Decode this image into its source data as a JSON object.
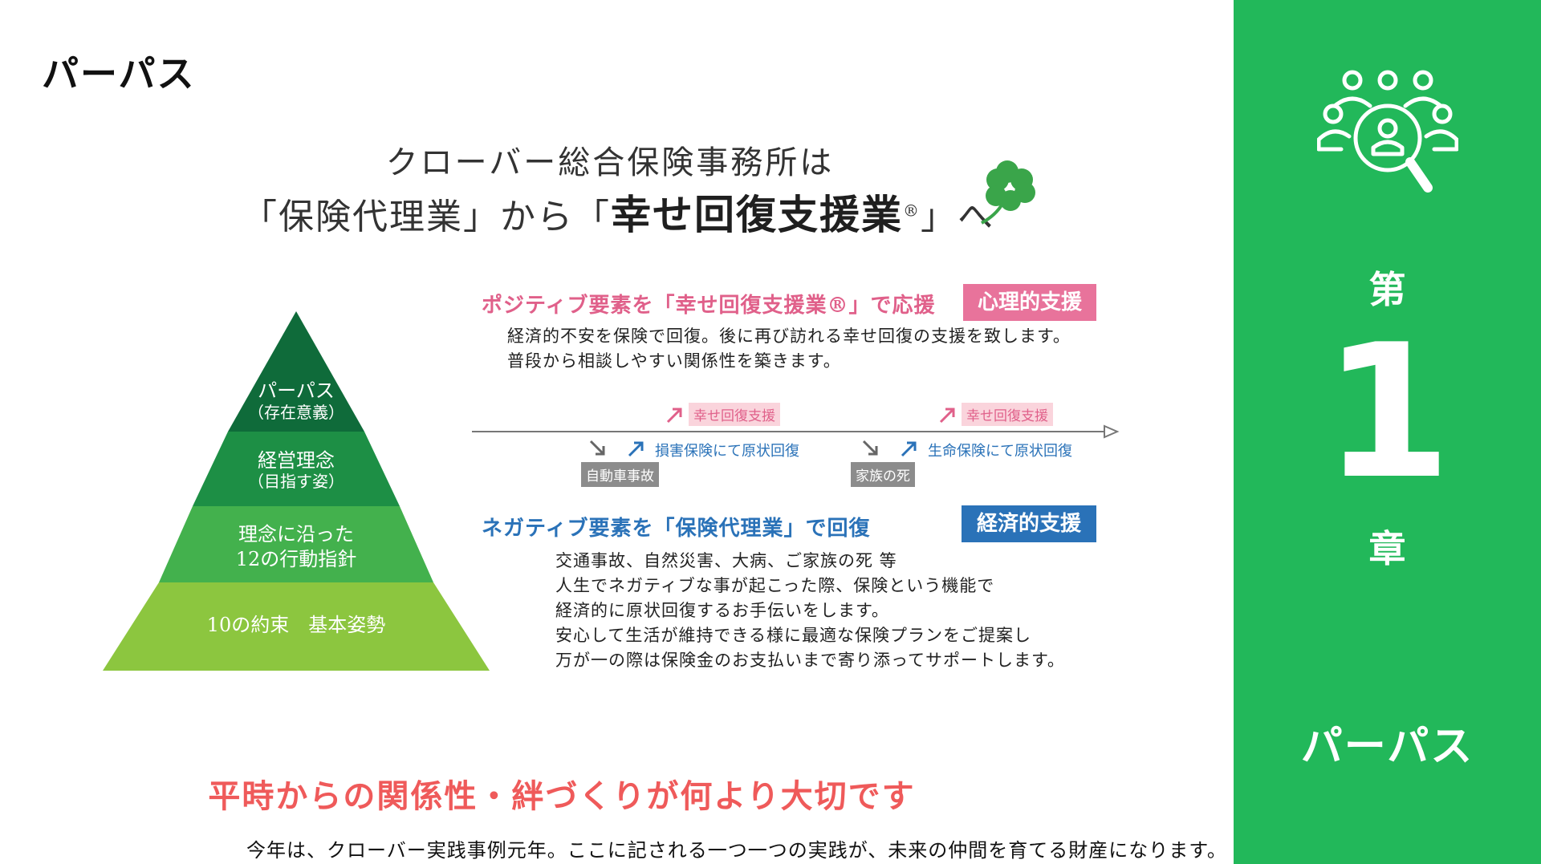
{
  "page_title": "パーパス",
  "headline": {
    "line1": "クローバー総合保険事務所は",
    "line2_prefix": "「保険代理業」から「",
    "line2_strong": "幸せ回復支援業",
    "line2_mark": "®",
    "line2_suffix": "」へ"
  },
  "pyramid": {
    "levels": [
      {
        "line1": "パーパス",
        "line2": "（存在意義）",
        "color": "#0f6b3a"
      },
      {
        "line1": "経営理念",
        "line2": "（目指す姿）",
        "color": "#1d8f45"
      },
      {
        "line1": "理念に沿った",
        "line2": "12の行動指針",
        "color": "#43b14d"
      },
      {
        "line1": "10の約束　基本姿勢",
        "line2": "",
        "color": "#8cc63f"
      }
    ]
  },
  "positive": {
    "title": "ポジティブ要素を「幸せ回復支援業®」で応援",
    "tag": "心理的支援",
    "lines": [
      "経済的不安を保険で回復。後に再び訪れる幸せ回復の支援を致します。",
      "普段から相談しやすい関係性を築きます。"
    ]
  },
  "timeline": {
    "happy_label_1": "幸せ回復支援",
    "happy_label_2": "幸せ回復支援",
    "recovery_label_1": "損害保険にて原状回復",
    "recovery_label_2": "生命保険にて原状回復",
    "event_1": "自動車事故",
    "event_2": "家族の死"
  },
  "negative": {
    "title": "ネガティブ要素を「保険代理業」で回復",
    "tag": "経済的支援",
    "lines": [
      "交通事故、自然災害、大病、ご家族の死 等",
      "人生でネガティブな事が起こった際、保険という機能で",
      "経済的に原状回復するお手伝いをします。",
      "安心して生活が維持できる様に最適な保険プランをご提案し",
      "万が一の際は保険金のお支払いまで寄り添ってサポートします。"
    ]
  },
  "bottom_message": "平時からの関係性・絆づくりが何より大切です",
  "footer": "今年は、クローバー実践事例元年。ここに記される一つ一つの実践が、未来の仲間を育てる財産になります。",
  "side": {
    "chapter_first": "第",
    "chapter_number": "1",
    "chapter_last": "章",
    "chapter_title": "パーパス",
    "icon": "people-search-icon",
    "color": "#22b85a"
  }
}
